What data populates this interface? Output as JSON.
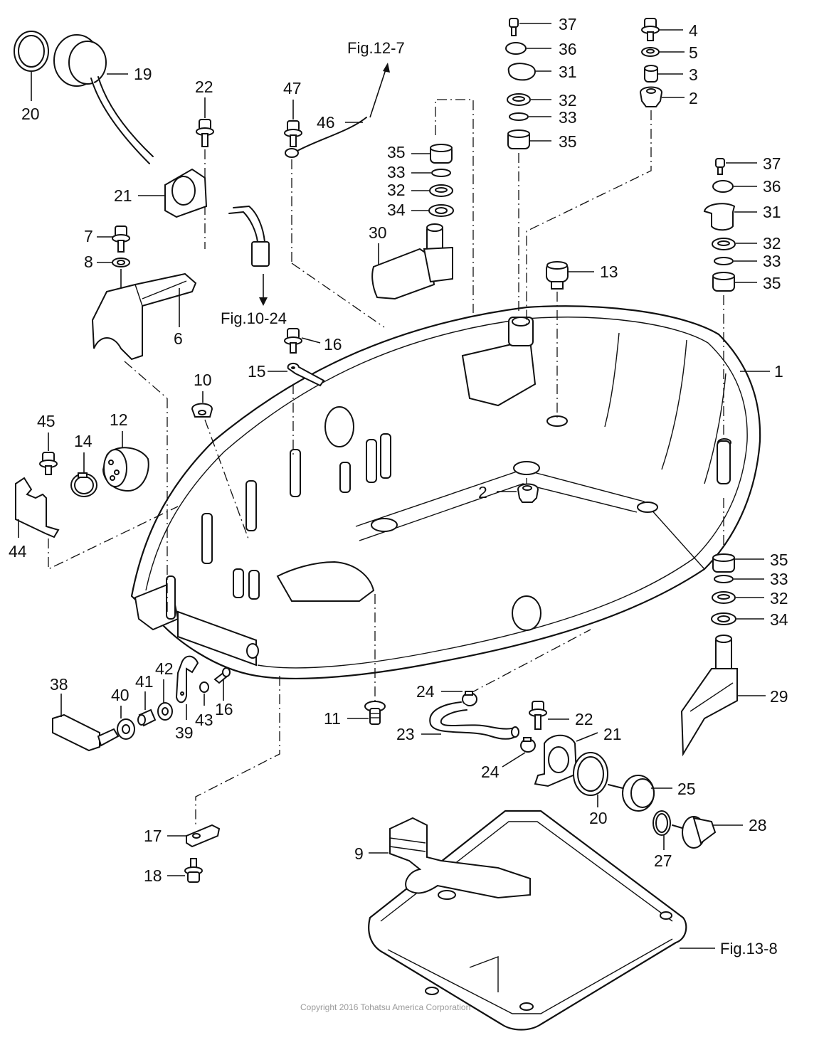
{
  "title": "Bottom Cowl Exploded Parts Diagram",
  "copyright": "Copyright 2016 Tohatsu America Corporation",
  "figure_refs": {
    "fig_12_7": "Fig.12-7",
    "fig_10_24": "Fig.10-24",
    "fig_13_8": "Fig.13-8"
  },
  "callouts": {
    "c1": "1",
    "c2a": "2",
    "c2b": "2",
    "c3": "3",
    "c4": "4",
    "c5": "5",
    "c6": "6",
    "c7": "7",
    "c8": "8",
    "c9": "9",
    "c10": "10",
    "c11": "11",
    "c12": "12",
    "c13": "13",
    "c14": "14",
    "c15": "15",
    "c16a": "16",
    "c16b": "16",
    "c17": "17",
    "c18": "18",
    "c19": "19",
    "c20a": "20",
    "c20b": "20",
    "c21a": "21",
    "c21b": "21",
    "c22a": "22",
    "c22b": "22",
    "c23": "23",
    "c24a": "24",
    "c24b": "24",
    "c25": "25",
    "c27": "27",
    "c28": "28",
    "c29": "29",
    "c30": "30",
    "c31a": "31",
    "c31b": "31",
    "c32a": "32",
    "c32b": "32",
    "c32c": "32",
    "c32d": "32",
    "c33a": "33",
    "c33b": "33",
    "c33c": "33",
    "c33d": "33",
    "c34a": "34",
    "c34b": "34",
    "c35a": "35",
    "c35b": "35",
    "c35c": "35",
    "c35d": "35",
    "c36a": "36",
    "c36b": "36",
    "c37a": "37",
    "c37b": "37",
    "c38": "38",
    "c39": "39",
    "c40": "40",
    "c41": "41",
    "c42": "42",
    "c43": "43",
    "c44": "44",
    "c45": "45",
    "c46": "46",
    "c47": "47"
  }
}
